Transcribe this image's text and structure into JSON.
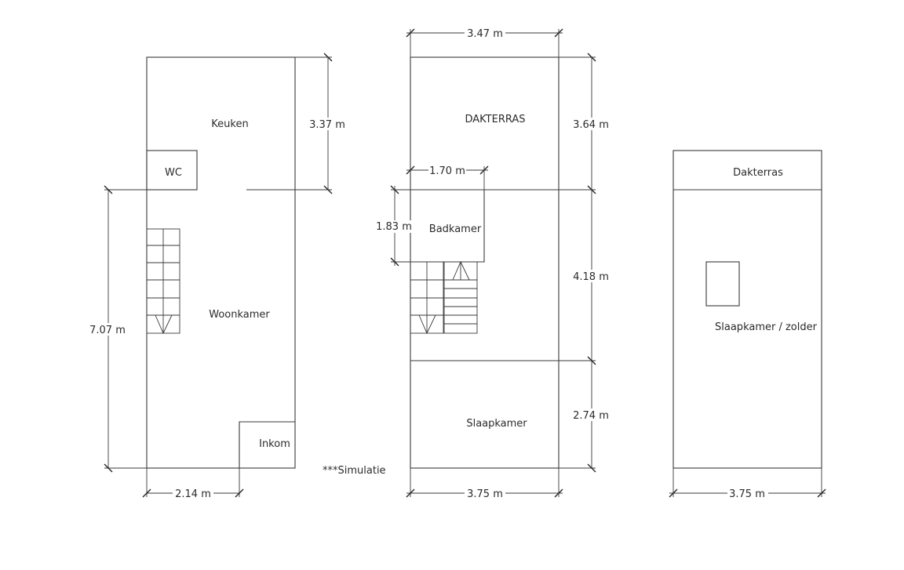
{
  "rooms": {
    "keuken": "Keuken",
    "wc": "WC",
    "woonkamer": "Woonkamer",
    "inkom": "Inkom",
    "dakterras_top": "DAKTERRAS",
    "badkamer": "Badkamer",
    "slaapkamer": "Slaapkamer",
    "dakterras": "Dakterras",
    "zolder": "Slaapkamer / zolder"
  },
  "dimensions": {
    "keuken_depth": "3.37 m",
    "ground_depth": "7.07 m",
    "inkom_width": "2.14 m",
    "first_width_top": "3.47 m",
    "terrace_depth": "3.64 m",
    "bath_width": "1.70 m",
    "bath_depth": "1.83 m",
    "mid_depth": "4.18 m",
    "bed_depth": "2.74 m",
    "first_width_bottom": "3.75 m",
    "attic_width": "3.75 m"
  },
  "note": "***Simulatie"
}
